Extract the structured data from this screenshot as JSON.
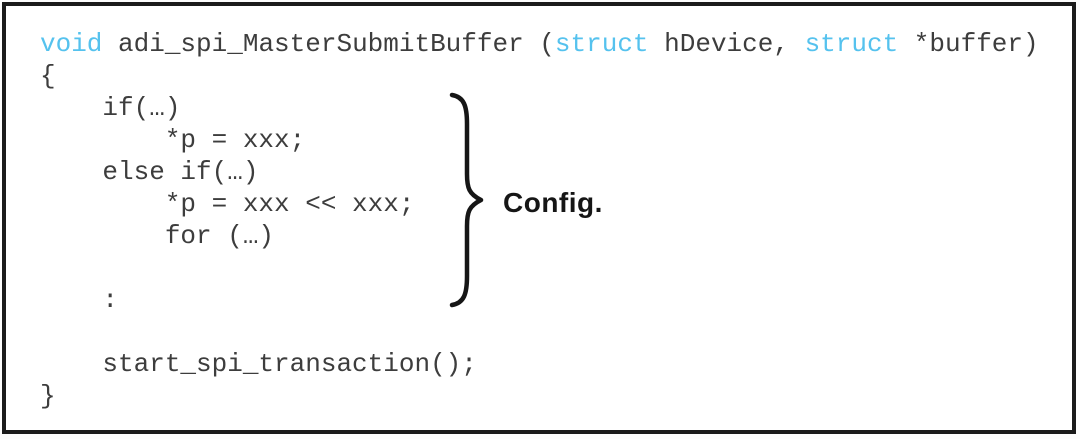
{
  "figure": {
    "background": "#ffffff",
    "border_color": "#1b1b1b"
  },
  "code": {
    "text_color": "#3d3d3d",
    "keyword_color": "#55c2ee",
    "lines": [
      {
        "segments": [
          {
            "t": "void",
            "k": true
          },
          {
            "t": " adi_spi_MasterSubmitBuffer ("
          },
          {
            "t": "struct",
            "k": true
          },
          {
            "t": " hDevice, "
          },
          {
            "t": "struct",
            "k": true
          },
          {
            "t": " *buffer)"
          }
        ]
      },
      {
        "segments": [
          {
            "t": "{"
          }
        ]
      },
      {
        "segments": [
          {
            "t": "    if(…)"
          }
        ]
      },
      {
        "segments": [
          {
            "t": "        *p = xxx;"
          }
        ]
      },
      {
        "segments": [
          {
            "t": "    else if(…)"
          }
        ]
      },
      {
        "segments": [
          {
            "t": "        *p = xxx << xxx;"
          }
        ]
      },
      {
        "segments": [
          {
            "t": "        for (…)"
          }
        ]
      },
      {
        "segments": [
          {
            "t": ""
          }
        ]
      },
      {
        "segments": [
          {
            "t": "    :"
          }
        ]
      },
      {
        "segments": [
          {
            "t": ""
          }
        ]
      },
      {
        "segments": [
          {
            "t": "    start_spi_transaction();"
          }
        ]
      },
      {
        "segments": [
          {
            "t": "}"
          }
        ]
      }
    ]
  },
  "annotation": {
    "label": "Config.",
    "label_color": "#161616",
    "brace_color": "#161616"
  }
}
